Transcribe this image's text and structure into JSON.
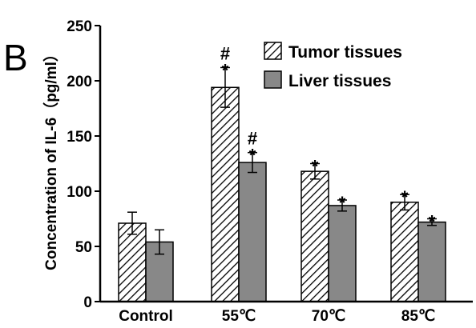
{
  "panel_label": "B",
  "chart_data": {
    "type": "bar",
    "title": "",
    "xlabel": "",
    "ylabel": "Concentration of IL-6（pg/ml）",
    "ylim": [
      0,
      250
    ],
    "yticks": [
      0,
      50,
      100,
      150,
      200,
      250
    ],
    "categories": [
      "Control",
      "55℃",
      "70℃",
      "85℃"
    ],
    "legend_position": "top-right",
    "series": [
      {
        "name": "Tumor tissues",
        "pattern": "hatched",
        "color": "#ffffff",
        "values": [
          71,
          194,
          118,
          90
        ],
        "errors": [
          10,
          18,
          7,
          7
        ],
        "annotations": [
          "",
          "*#",
          "*",
          "*"
        ]
      },
      {
        "name": "Liver tissues",
        "pattern": "solid",
        "color": "#888888",
        "values": [
          54,
          126,
          87,
          72
        ],
        "errors": [
          11,
          9,
          5,
          3
        ],
        "annotations": [
          "",
          "*#",
          "*",
          "*"
        ]
      }
    ]
  }
}
